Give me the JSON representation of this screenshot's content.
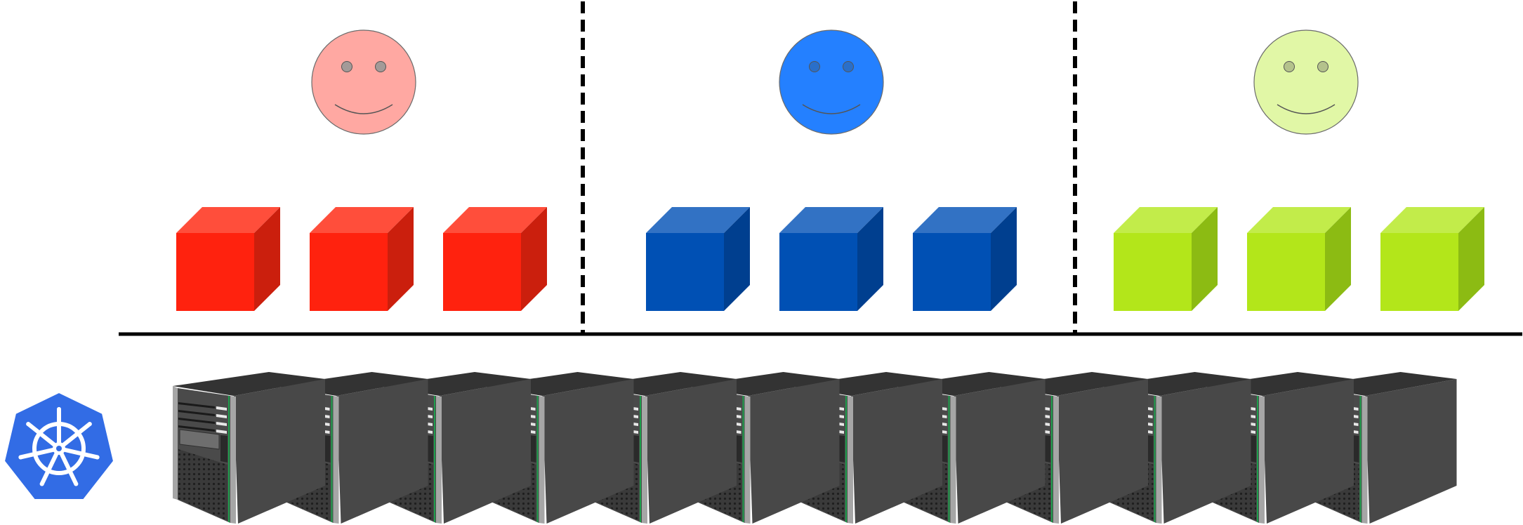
{
  "diagram": {
    "tenants": [
      {
        "name": "tenant-red",
        "face_color": "#ffa8a2",
        "eye_color": "#a39a98",
        "cube_front": "#ff220e",
        "cube_top": "#ff4e3b",
        "cube_side": "#cb1f0d",
        "containers": 3
      },
      {
        "name": "tenant-blue",
        "face_color": "#2480ff",
        "eye_color": "#2a6fc9",
        "cube_front": "#0050b4",
        "cube_top": "#3272c4",
        "cube_side": "#003f8f",
        "containers": 3
      },
      {
        "name": "tenant-green",
        "face_color": "#e1f7a6",
        "eye_color": "#b4c28c",
        "cube_front": "#b3e61a",
        "cube_top": "#c2ec4a",
        "cube_side": "#8cbb13",
        "containers": 3
      }
    ],
    "server_count": 12,
    "colors": {
      "divider": "#000000",
      "server_top": "#333333",
      "server_front": "#4a4a4a",
      "server_side": "#484848",
      "server_trim": "#a6a6a6",
      "server_led": "#1e9e4c",
      "k8s_blue": "#326ce5",
      "k8s_white": "#ffffff"
    },
    "icons": {
      "user": "smiley-face-icon",
      "container": "cube-icon",
      "server": "server-tower-icon",
      "orchestrator": "kubernetes-helm-icon"
    }
  }
}
